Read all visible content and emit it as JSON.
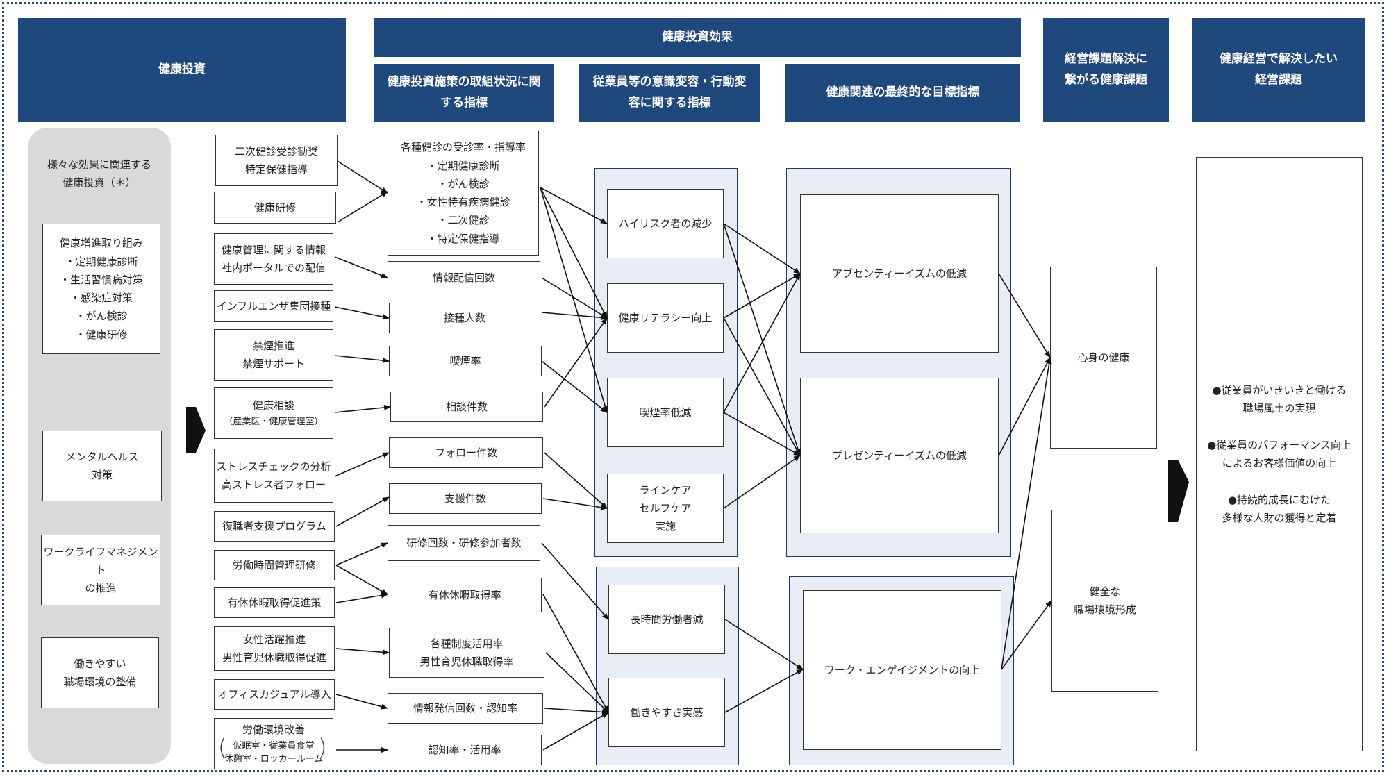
{
  "headers": {
    "investment": "健康投資",
    "effect": "健康投資効果",
    "measures": "健康投資施策の取組状況に関\nする指標",
    "awareness": "従業員等の意識変容・行動変\n容に関する指標",
    "final_goal": "健康関連の最終的な目標指標",
    "linked_issue": "経営課題解決に\n繋がる健康課題",
    "mgmt_issue": "健康経営で解決したい\n経営課題"
  },
  "left_panel": {
    "title": "様々な効果に関連する\n健康投資（＊）",
    "items": [
      "健康増進取り組み\n・定期健康診断\n・生活習慣病対策\n・感染症対策\n・がん検診\n・健康研修",
      "メンタルヘルス\n対策",
      "ワークライフマネジメント\nの推進",
      "働きやすい\n職場環境の整備"
    ]
  },
  "initiatives": [
    "二次健診受診勧奨\n特定保健指導",
    "健康研修",
    "健康管理に関する情報\n社内ポータルでの配信",
    "インフルエンザ集団接種",
    "禁煙推進\n禁煙サポート",
    "ストレスチェックの分析\n高ストレス者フォロー",
    "復職者支援プログラム",
    "労働時間管理研修",
    "有休休暇取得促進策",
    "女性活躍推進\n男性育児休職取得促進",
    "オフィスカジュアル導入"
  ],
  "initiative_consult": {
    "main": "健康相談",
    "sub": "（産業医・健康管理室）"
  },
  "initiative_env": {
    "main": "労働環境改善",
    "sub": "仮眠室・従業員食堂\n休憩室・ロッカールーム"
  },
  "metrics": [
    "各種健診の受診率・指導率\n・定期健康診断\n・がん検診\n・女性特有疾病健診\n・二次健診\n・特定保健指導",
    "情報配信回数",
    "接種人数",
    "喫煙率",
    "相談件数",
    "フォロー件数",
    "支援件数",
    "研修回数・研修参加者数",
    "有休休暇取得率",
    "各種制度活用率\n男性育児休職取得率",
    "情報発信回数・認知率",
    "認知率・活用率"
  ],
  "behaviors": [
    "ハイリスク者の減少",
    "健康リテラシー向上",
    "喫煙率低減",
    "ラインケア\nセルフケア\n実施",
    "長時間労働者減",
    "働きやすさ実感"
  ],
  "goals": [
    "アブセンティーイズムの低減",
    "プレゼンティーイズムの低減",
    "ワーク・エンゲイジメントの向上"
  ],
  "health_issues": [
    "心身の健康",
    "健全な\n職場環境形成"
  ],
  "management_issues": "●従業員がいきいきと働ける\n職場風土の実現\n\n●従業員のパフォーマンス向上\nによるお客様価値の向上\n\n●持続的成長にむけた\n多様な人財の獲得と定着",
  "colors": {
    "header": "#1f497d",
    "panel": "#e8edf5",
    "left_panel": "#d9d9d9"
  }
}
